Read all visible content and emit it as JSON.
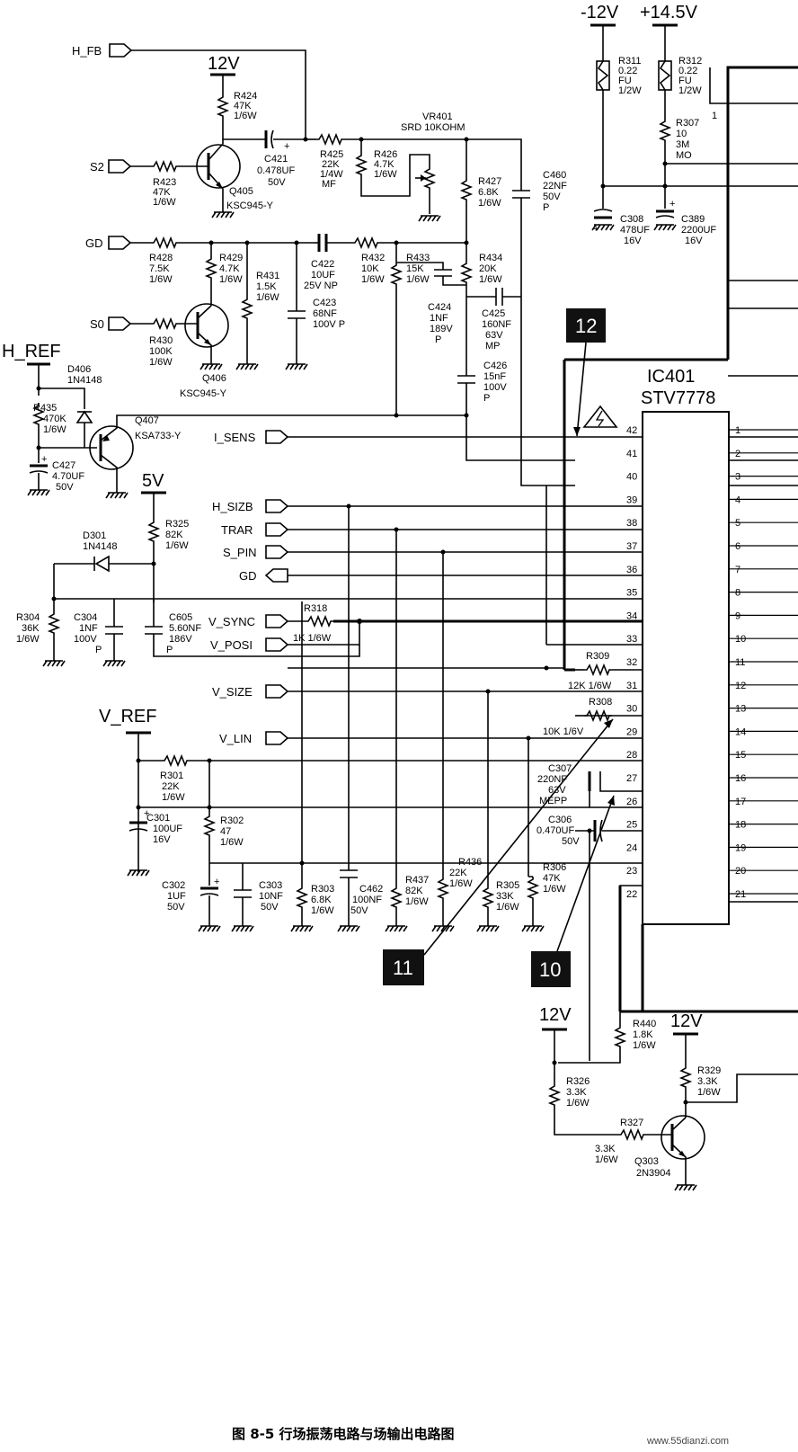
{
  "supplies": {
    "neg12": "-12V",
    "pos14_5": "+14.5V",
    "v12_top": "12V",
    "v5": "5V",
    "v12_bottom_left": "12V",
    "v12_bottom_right": "12V",
    "h_ref": "H_REF",
    "v_ref": "V_REF"
  },
  "ic": {
    "ref": "IC401",
    "part": "STV7778",
    "left_pins": [
      "42",
      "41",
      "40",
      "39",
      "38",
      "37",
      "36",
      "35",
      "34",
      "33",
      "32",
      "31",
      "30",
      "29",
      "28",
      "27",
      "26",
      "25",
      "24",
      "23",
      "22"
    ],
    "right_pins": [
      "1",
      "2",
      "3",
      "4",
      "5",
      "6",
      "7",
      "8",
      "9",
      "10",
      "11",
      "12",
      "13",
      "14",
      "15",
      "16",
      "17",
      "18",
      "19",
      "20",
      "21"
    ]
  },
  "inputs": {
    "h_fb": "H_FB",
    "s2": "S2",
    "gd_top": "GD",
    "s0": "S0",
    "i_sens": "I_SENS",
    "h_sizb": "H_SIZB",
    "trar": "TRAR",
    "s_pin": "S_PIN",
    "gd_mid": "GD",
    "v_sync": "V_SYNC",
    "v_posi": "V_POSI",
    "v_size": "V_SIZE",
    "v_lin": "V_LIN"
  },
  "components": {
    "r424": [
      "R424",
      "47K",
      "1/6W"
    ],
    "r423": [
      "R423",
      "47K",
      "1/6W"
    ],
    "q405": [
      "Q405",
      "KSC945-Y"
    ],
    "c421": [
      "C421",
      "0.478UF",
      "50V"
    ],
    "r425": [
      "R425",
      "22K",
      "1/4W",
      "MF"
    ],
    "vr401": [
      "VR401",
      "SRD 10KOHM"
    ],
    "r426": [
      "R426",
      "4.7K",
      "1/6W"
    ],
    "r427": [
      "R427",
      "6.8K",
      "1/6W"
    ],
    "c460": [
      "C460",
      "22NF",
      "50V",
      "P"
    ],
    "r428": [
      "R428",
      "7.5K",
      "1/6W"
    ],
    "r429": [
      "R429",
      "4.7K",
      "1/6W"
    ],
    "r431": [
      "R431",
      "1.5K",
      "1/6W"
    ],
    "c422": [
      "C422",
      "10UF",
      "25V NP"
    ],
    "c423": [
      "C423",
      "68NF",
      "100V P"
    ],
    "r432": [
      "R432",
      "10K",
      "1/6W"
    ],
    "r433": [
      "R433",
      "15K",
      "1/6W"
    ],
    "r434": [
      "R434",
      "20K",
      "1/6W"
    ],
    "c424": [
      "C424",
      "1NF",
      "189V",
      "P"
    ],
    "c425": [
      "C425",
      "160NF",
      "63V",
      "MP"
    ],
    "c426": [
      "C426",
      "15nF",
      "100V",
      "P"
    ],
    "r430": [
      "R430",
      "100K",
      "1/6W"
    ],
    "q406": [
      "Q406",
      "KSC945-Y"
    ],
    "d406": [
      "D406",
      "1N4148"
    ],
    "r435": [
      "R435",
      "470K",
      "1/6W"
    ],
    "c427": [
      "C427",
      "4.70UF",
      "50V"
    ],
    "q407": [
      "Q407",
      "KSA733-Y"
    ],
    "r325": [
      "R325",
      "82K",
      "1/6W"
    ],
    "d301": [
      "D301",
      "1N4148"
    ],
    "r304": [
      "R304",
      "36K",
      "1/6W"
    ],
    "c304": [
      "C304",
      "1NF",
      "100V",
      "P"
    ],
    "c605": [
      "C605",
      "5.60NF",
      "186V",
      "P"
    ],
    "r318": [
      "R318",
      "1K 1/6W"
    ],
    "r309": [
      "R309",
      "12K 1/6W"
    ],
    "r308": [
      "R308",
      "10K 1/6V"
    ],
    "r301": [
      "R301",
      "22K",
      "1/6W"
    ],
    "r302": [
      "R302",
      "47",
      "1/6W"
    ],
    "c301": [
      "C301",
      "100UF",
      "16V"
    ],
    "c302": [
      "C302",
      "1UF",
      "50V"
    ],
    "c303": [
      "C303",
      "10NF",
      "50V"
    ],
    "r303": [
      "R303",
      "6.8K",
      "1/6W"
    ],
    "c462": [
      "C462",
      "100NF",
      "50V"
    ],
    "r437": [
      "R437",
      "82K",
      "1/6W"
    ],
    "r436": [
      "R436",
      "22K",
      "1/6W"
    ],
    "r305": [
      "R305",
      "33K",
      "1/6W"
    ],
    "r306": [
      "R306",
      "47K",
      "1/6W"
    ],
    "c307": [
      "C307",
      "220NF",
      "63V",
      "MEPP"
    ],
    "c306": [
      "C306",
      "0.470UF",
      "50V"
    ],
    "r311": [
      "R311",
      "0.22",
      "FU",
      "1/2W"
    ],
    "r312": [
      "R312",
      "0.22",
      "FU",
      "1/2W"
    ],
    "r307": [
      "R307",
      "10",
      "3M",
      "MO"
    ],
    "c308": [
      "C308",
      "478UF",
      "16V"
    ],
    "c389": [
      "C389",
      "2200UF",
      "16V"
    ],
    "r440": [
      "R440",
      "1.8K",
      "1/6W"
    ],
    "r326": [
      "R326",
      "3.3K",
      "1/6W"
    ],
    "r327": [
      "R327",
      "3.3K",
      "1/6W"
    ],
    "r329": [
      "R329",
      "3.3K",
      "1/6W"
    ],
    "q303": [
      "Q303",
      "2N3904"
    ]
  },
  "markers": {
    "m12": "12",
    "m11": "11",
    "m10": "10"
  },
  "caption": "图 8-5    行场振荡电路与场输出电路图",
  "watermark": "www.55dianzi.com"
}
